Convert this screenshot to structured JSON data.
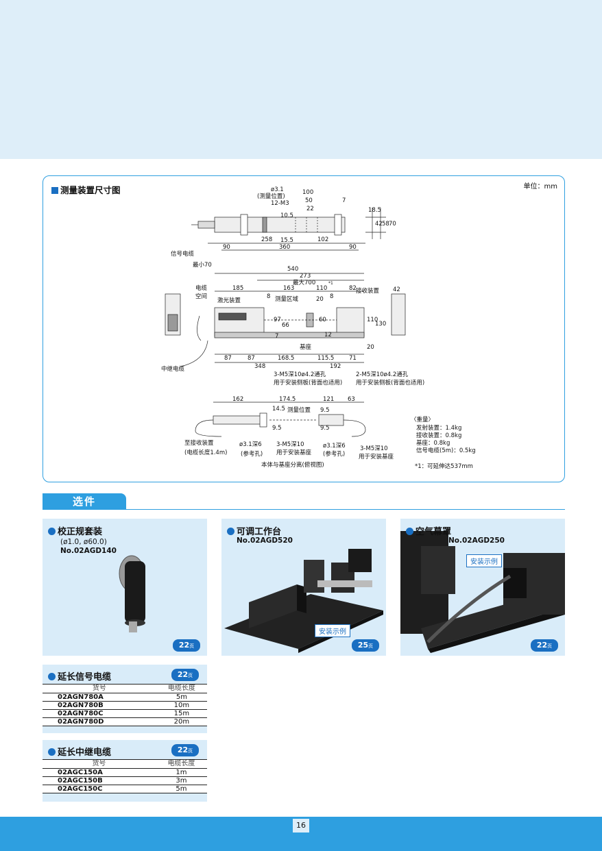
{
  "dim_section": {
    "title": "测量装置尺寸图",
    "unit": "单位：mm",
    "top_view": {
      "labels": [
        "ø3.1",
        "(测量位置)",
        "12-M3",
        "100",
        "50",
        "22",
        "7",
        "18.5",
        "42",
        "58",
        "70",
        "10.5",
        "15.5",
        "258",
        "102",
        "90",
        "360",
        "90"
      ]
    },
    "front_view": {
      "labels": [
        "信号电缆",
        "最小70",
        "540",
        "273",
        "最大700",
        "*1",
        "185",
        "163",
        "110",
        "82",
        "42",
        "电缆",
        "空间",
        "8",
        "8",
        "激光装置",
        "测量区域",
        "20",
        "接收装置",
        "97",
        "66",
        "7",
        "60",
        "12",
        "110",
        "130",
        "20",
        "基座",
        "87",
        "87",
        "168.5",
        "115.5",
        "71",
        "348",
        "192",
        "中继电缆",
        "3-M5深10ø4.2通孔",
        "用于安装侧板(背面也适用)",
        "2-M5深10ø4.2通孔",
        "用于安装侧板(背面也适用)"
      ]
    },
    "separated_view": {
      "labels": [
        "162",
        "174.5",
        "121",
        "63",
        "14.5",
        "测量位置",
        "9.5",
        "9.5",
        "9.5",
        "至接收装置",
        "(电缆长度1.4m)",
        "ø3.1深6",
        "(参考孔)",
        "3-M5深10",
        "用于安装基座",
        "ø3.1深6",
        "(参考孔)",
        "3-M5深10",
        "用于安装基座",
        "本体与基座分离(俯视图)"
      ]
    },
    "weights": [
      "〈重量〉",
      "发射装置：1.4kg",
      "接收装置：0.8kg",
      "基座：0.8kg",
      "信号电缆(5m)：0.5kg"
    ],
    "footnote": "*1：可延伸达537mm"
  },
  "options": {
    "header": "选件",
    "cards": [
      {
        "title": "校正规套装",
        "sub1": "(ø1.0, ø60.0)",
        "sub2": "No.02AGD140",
        "page": "22",
        "page_unit": "页"
      },
      {
        "title": "可调工作台",
        "sub1": "No.02AGD520",
        "example": "安装示例",
        "page": "25",
        "page_unit": "页"
      },
      {
        "title": "空气幕罩",
        "sub1": "No.02AGD250",
        "example": "安装示例",
        "page": "22",
        "page_unit": "页"
      }
    ],
    "signal_cable": {
      "title": "延长信号电缆",
      "page": "22",
      "page_unit": "页",
      "headers": [
        "货号",
        "电缆长度"
      ],
      "rows": [
        [
          "02AGN780A",
          "5m"
        ],
        [
          "02AGN780B",
          "10m"
        ],
        [
          "02AGN780C",
          "15m"
        ],
        [
          "02AGN780D",
          "20m"
        ]
      ]
    },
    "relay_cable": {
      "title": "延长中继电缆",
      "page": "22",
      "page_unit": "页",
      "headers": [
        "货号",
        "电缆长度"
      ],
      "rows": [
        [
          "02AGC150A",
          "1m"
        ],
        [
          "02AGC150B",
          "3m"
        ],
        [
          "02AGC150C",
          "5m"
        ]
      ]
    }
  },
  "page_number": "16",
  "colors": {
    "accent": "#2e9fe0",
    "dark_blue": "#1a6fc2",
    "card_bg": "#d9ecf9",
    "band": "#deeef9"
  }
}
